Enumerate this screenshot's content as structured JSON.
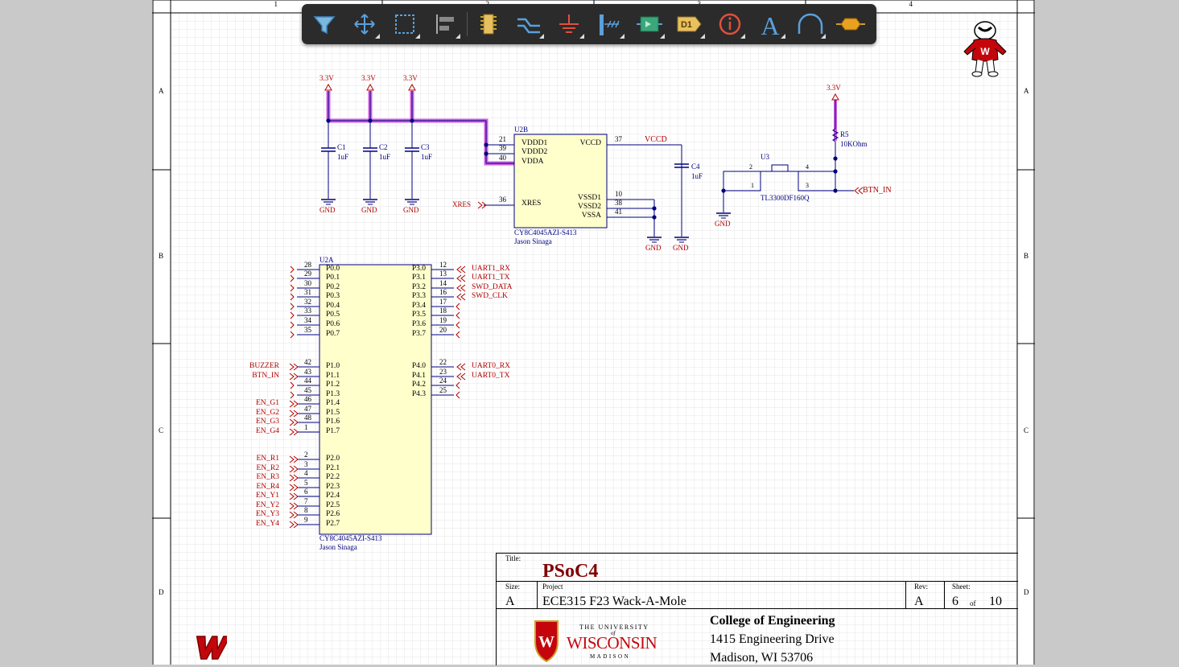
{
  "toolbar": {
    "tools": [
      {
        "name": "filter-icon"
      },
      {
        "name": "move-icon"
      },
      {
        "name": "select-rectangle-icon"
      },
      {
        "name": "align-icon"
      },
      {
        "name": "place-part-icon"
      },
      {
        "name": "place-wire-icon"
      },
      {
        "name": "place-gnd-power-icon"
      },
      {
        "name": "place-bus-icon"
      },
      {
        "name": "place-harness-icon"
      },
      {
        "name": "place-designator-icon"
      },
      {
        "name": "place-no-erc-icon"
      },
      {
        "name": "place-text-icon"
      },
      {
        "name": "place-arc-icon"
      },
      {
        "name": "place-port-icon"
      }
    ],
    "designator_text": "D1",
    "text_tool_glyph": "A"
  },
  "border": {
    "columns": [
      "1",
      "2",
      "3",
      "4"
    ],
    "rows": [
      "A",
      "B",
      "C",
      "D"
    ]
  },
  "colors": {
    "wire": "#000080",
    "net_label": "#b20000",
    "highlight": "#d060e0",
    "component_fill": "#ffffcc",
    "title_red": "#800000"
  },
  "power": {
    "c1_rail": "3.3V",
    "c2_rail": "3.3V",
    "c3_rail": "3.3V",
    "r5_rail": "3.3V",
    "gnd": "GND"
  },
  "parts": {
    "c1": {
      "ref": "C1",
      "value": "1uF"
    },
    "c2": {
      "ref": "C2",
      "value": "1uF"
    },
    "c3": {
      "ref": "C3",
      "value": "1uF"
    },
    "c4": {
      "ref": "C4",
      "value": "1uF"
    },
    "r5": {
      "ref": "R5",
      "value": "10KOhm"
    },
    "u3": {
      "ref": "U3",
      "part": "TL3300DF160Q",
      "pins": [
        "2",
        "4",
        "1",
        "3"
      ]
    },
    "u2b": {
      "ref": "U2B",
      "part": "CY8C4045AZI-S413",
      "author": "Jason Sinaga",
      "left_pins": [
        {
          "num": "21",
          "name": "VDDD1"
        },
        {
          "num": "39",
          "name": "VDDD2"
        },
        {
          "num": "40",
          "name": "VDDA"
        },
        {
          "num": "36",
          "name": "XRES"
        }
      ],
      "right_pins": [
        {
          "num": "37",
          "name": "VCCD"
        },
        {
          "num": "10",
          "name": "VSSD1"
        },
        {
          "num": "38",
          "name": "VSSD2"
        },
        {
          "num": "41",
          "name": "VSSA"
        }
      ]
    },
    "u2a": {
      "ref": "U2A",
      "part": "CY8C4045AZI-S413",
      "author": "Jason Sinaga",
      "left_pins": [
        {
          "num": "28",
          "name": "P0.0",
          "net": ""
        },
        {
          "num": "29",
          "name": "P0.1",
          "net": ""
        },
        {
          "num": "30",
          "name": "P0.2",
          "net": ""
        },
        {
          "num": "31",
          "name": "P0.3",
          "net": ""
        },
        {
          "num": "32",
          "name": "P0.4",
          "net": ""
        },
        {
          "num": "33",
          "name": "P0.5",
          "net": ""
        },
        {
          "num": "34",
          "name": "P0.6",
          "net": ""
        },
        {
          "num": "35",
          "name": "P0.7",
          "net": ""
        },
        {
          "num": "42",
          "name": "P1.0",
          "net": "BUZZER"
        },
        {
          "num": "43",
          "name": "P1.1",
          "net": "BTN_IN"
        },
        {
          "num": "44",
          "name": "P1.2",
          "net": ""
        },
        {
          "num": "45",
          "name": "P1.3",
          "net": ""
        },
        {
          "num": "46",
          "name": "P1.4",
          "net": "EN_G1"
        },
        {
          "num": "47",
          "name": "P1.5",
          "net": "EN_G2"
        },
        {
          "num": "48",
          "name": "P1.6",
          "net": "EN_G3"
        },
        {
          "num": "1",
          "name": "P1.7",
          "net": "EN_G4"
        },
        {
          "num": "2",
          "name": "P2.0",
          "net": "EN_R1"
        },
        {
          "num": "3",
          "name": "P2.1",
          "net": "EN_R2"
        },
        {
          "num": "4",
          "name": "P2.2",
          "net": "EN_R3"
        },
        {
          "num": "5",
          "name": "P2.3",
          "net": "EN_R4"
        },
        {
          "num": "6",
          "name": "P2.4",
          "net": "EN_Y1"
        },
        {
          "num": "7",
          "name": "P2.5",
          "net": "EN_Y2"
        },
        {
          "num": "8",
          "name": "P2.6",
          "net": "EN_Y3"
        },
        {
          "num": "9",
          "name": "P2.7",
          "net": "EN_Y4"
        }
      ],
      "right_pins": [
        {
          "num": "12",
          "name": "P3.0",
          "net": "UART1_RX"
        },
        {
          "num": "13",
          "name": "P3.1",
          "net": "UART1_TX"
        },
        {
          "num": "14",
          "name": "P3.2",
          "net": "SWD_DATA"
        },
        {
          "num": "16",
          "name": "P3.3",
          "net": "SWD_CLK"
        },
        {
          "num": "17",
          "name": "P3.4",
          "net": ""
        },
        {
          "num": "18",
          "name": "P3.5",
          "net": ""
        },
        {
          "num": "19",
          "name": "P3.6",
          "net": ""
        },
        {
          "num": "20",
          "name": "P3.7",
          "net": ""
        },
        {
          "num": "22",
          "name": "P4.0",
          "net": "UART0_RX"
        },
        {
          "num": "23",
          "name": "P4.1",
          "net": "UART0_TX"
        },
        {
          "num": "24",
          "name": "P4.2",
          "net": ""
        },
        {
          "num": "25",
          "name": "P4.3",
          "net": ""
        }
      ]
    }
  },
  "nets": {
    "vccd": "VCCD",
    "xres": "XRES",
    "btn_in": "BTN_IN"
  },
  "title_block": {
    "title_label": "Title:",
    "title": "PSoC4",
    "size_label": "Size:",
    "size": "A",
    "project_label": "Project",
    "project": "ECE315 F23 Wack-A-Mole",
    "rev_label": "Rev:",
    "rev": "A",
    "sheet_label": "Sheet:",
    "sheet_num": "6",
    "sheet_of": "of",
    "sheet_total": "10",
    "college": "College of Engineering",
    "address1": "1415 Engineering Drive",
    "address2": "Madison, WI 53706",
    "uw_the_university": "THE UNIVERSITY",
    "uw_of": "of",
    "uw_wisconsin": "WISCONSIN",
    "uw_madison": "MADISON"
  },
  "logos": {
    "mascot": "bucky-badger-logo",
    "motion_w": "motion-w-logo",
    "crest": "uw-crest-logo"
  }
}
